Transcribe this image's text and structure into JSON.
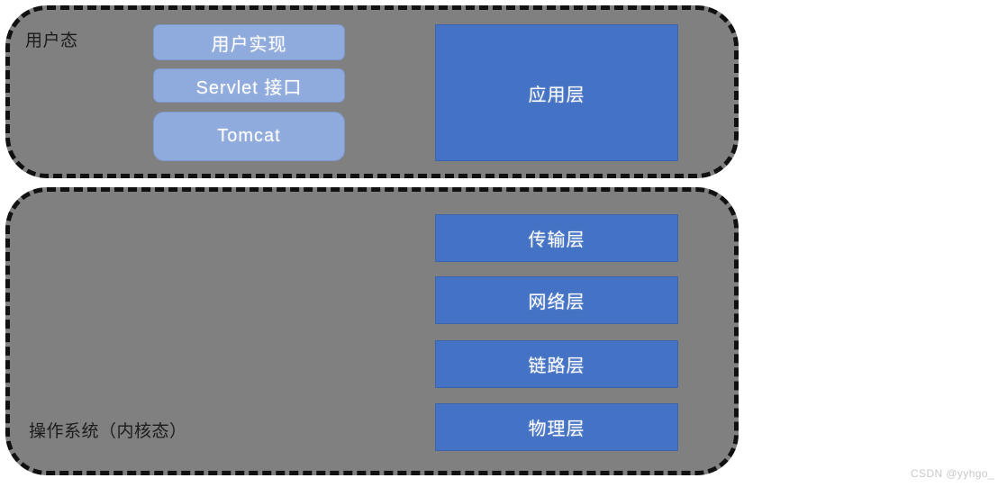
{
  "diagram": {
    "colors": {
      "zone_fill": "#808080",
      "zone_border": "#111111",
      "box_light": "#8FAADC",
      "box_dark": "#4472C4",
      "box_text": "#ffffff",
      "label_text": "#1c1c1c",
      "watermark": "#c9c9c9",
      "page_background": "#ffffff"
    },
    "zones": [
      {
        "id": "user-mode",
        "label": "用户态",
        "boxes": [
          {
            "id": "user-impl",
            "label": "用户实现",
            "style": "light"
          },
          {
            "id": "servlet-api",
            "label": "Servlet 接口",
            "style": "light"
          },
          {
            "id": "tomcat",
            "label": "Tomcat",
            "style": "light"
          },
          {
            "id": "app-layer",
            "label": "应用层",
            "style": "dark"
          }
        ]
      },
      {
        "id": "kernel-mode",
        "label": "操作系统（内核态）",
        "boxes": [
          {
            "id": "transport",
            "label": "传输层",
            "style": "dark"
          },
          {
            "id": "network",
            "label": "网络层",
            "style": "dark"
          },
          {
            "id": "link",
            "label": "链路层",
            "style": "dark"
          },
          {
            "id": "physical",
            "label": "物理层",
            "style": "dark"
          }
        ]
      }
    ]
  },
  "watermark": {
    "text": "CSDN @yyhgo_"
  }
}
